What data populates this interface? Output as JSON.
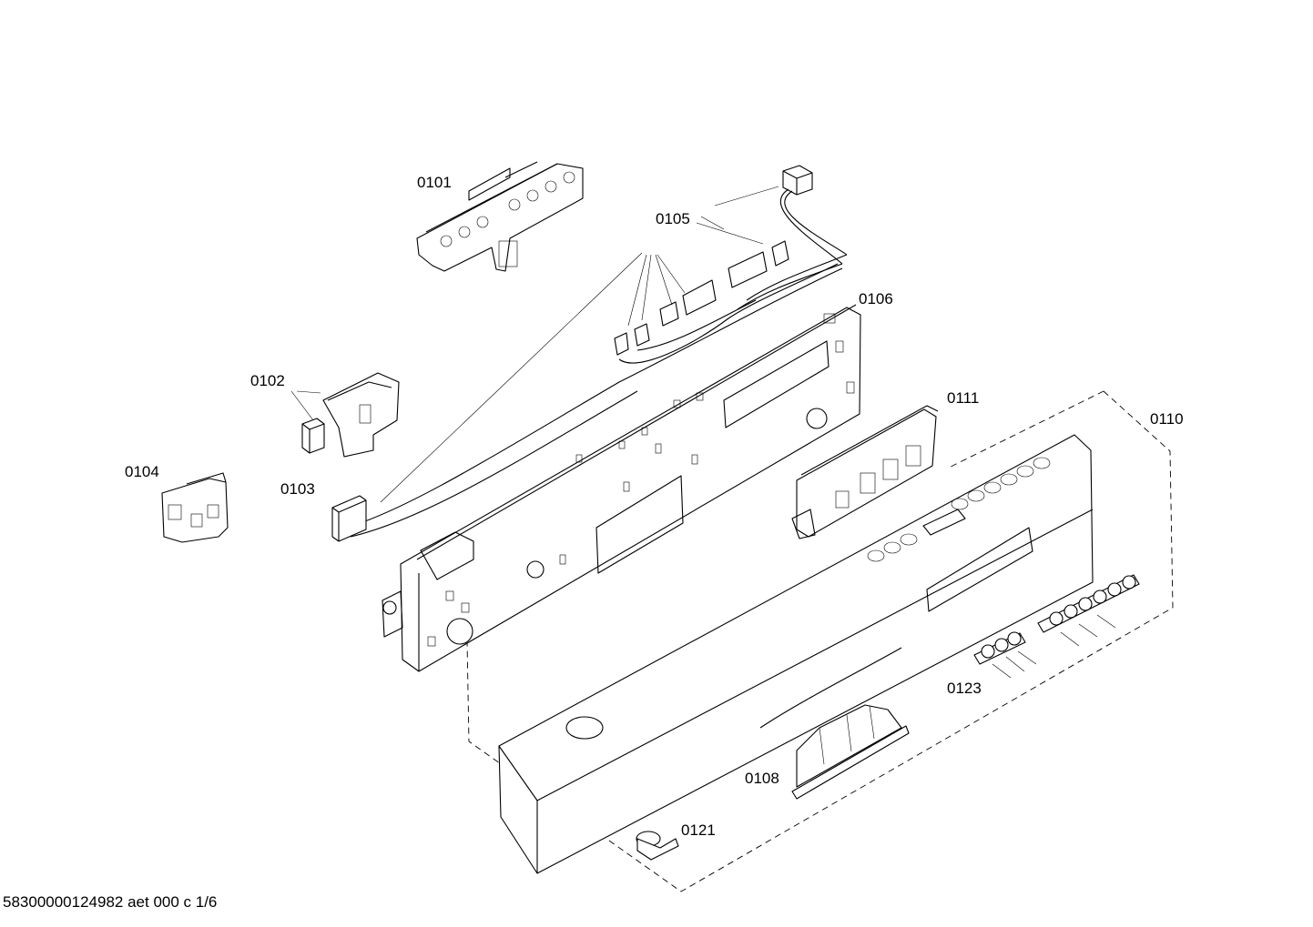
{
  "labels": {
    "p0101": "0101",
    "p0102": "0102",
    "p0103": "0103",
    "p0104": "0104",
    "p0105": "0105",
    "p0106": "0106",
    "p0108": "0108",
    "p0110": "0110",
    "p0111": "0111",
    "p0121": "0121",
    "p0123": "0123"
  },
  "footer": {
    "document_id": "58300000124982 aet 000 c 1/6"
  }
}
